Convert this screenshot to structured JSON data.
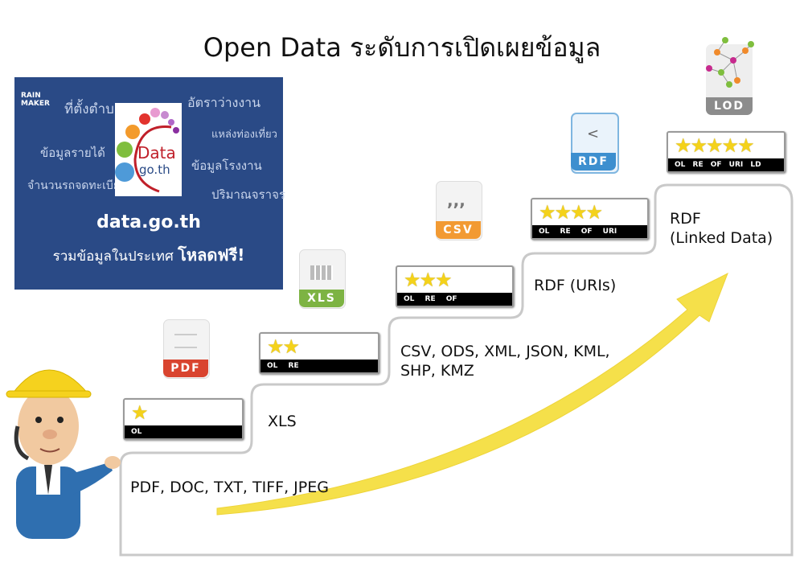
{
  "title": "Open Data ระดับการเปิดเผยข้อมูล",
  "banner": {
    "brand": "RAIN MAKER",
    "words": [
      "ที่ตั้งตำบล",
      "อัตราว่างงาน",
      "แหล่งท่องเที่ยว",
      "ข้อมูลรายได้",
      "ข้อมูลโรงงาน",
      "จำนวนรถจดทะเบียน",
      "ปริมาณจราจร"
    ],
    "logo_line1": "Data",
    "logo_line2": "go.th",
    "url": "data.go.th",
    "subtitle": "รวมข้อมูลในประเทศ",
    "subtitle_bold": "โหลดฟรี!"
  },
  "levels": [
    {
      "stars": 1,
      "star_text": "★",
      "labels": "OL",
      "icon": "PDF",
      "icon_color": "#d9442f",
      "description": "PDF, DOC, TXT, TIFF, JPEG"
    },
    {
      "stars": 2,
      "star_text": "★★",
      "labels": "OL RE",
      "icon": "XLS",
      "icon_color": "#7db343",
      "description": "XLS"
    },
    {
      "stars": 3,
      "star_text": "★★★",
      "labels": "OL RE OF",
      "icon": "CSV",
      "icon_color": "#f29a33",
      "description": "CSV, ODS, XML, JSON, KML, SHP, KMZ"
    },
    {
      "stars": 4,
      "star_text": "★★★★",
      "labels": "OL RE OF URI",
      "icon": "RDF",
      "icon_color": "#3d8fcf",
      "description": "RDF (URIs)"
    },
    {
      "stars": 5,
      "star_text": "★★★★★",
      "labels": "OL RE OF URI LD",
      "icon": "LOD",
      "icon_color": "#8c8c8c",
      "description_line1": "RDF",
      "description_line2": "(Linked Data)"
    }
  ],
  "colors": {
    "arrow": "#f5e04a",
    "banner_bg": "#2a4a86",
    "star": "#f4d21a"
  }
}
